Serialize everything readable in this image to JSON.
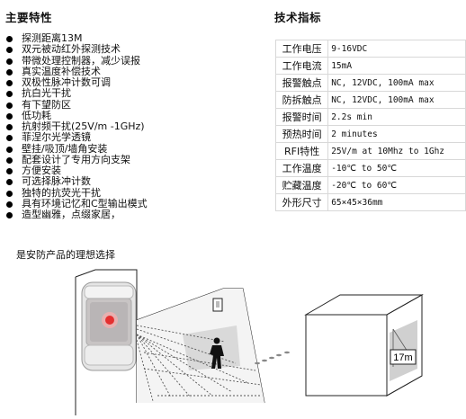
{
  "features": {
    "title": "主要特性",
    "items": [
      "探测距离13M",
      "双元被动红外探测技术",
      "带微处理控制器，减少误报",
      "真实温度补偿技术",
      "双极性脉冲计数可调",
      "抗白光干扰",
      "有下望防区",
      "低功耗",
      "抗射频干扰(25V/m -1GHz)",
      "菲涅尔光学透镜",
      "壁挂/吸顶/墙角安装",
      "配套设计了专用方向支架",
      "方便安装",
      "可选择脉冲计数",
      "独特的抗荧光干扰",
      "具有环境记忆和C型输出模式",
      "造型幽雅，点缀家居，"
    ],
    "continuation": "是安防产品的理想选择"
  },
  "specs": {
    "title": "技术指标",
    "rows": [
      {
        "k": "工作电压",
        "v": "9-16VDC"
      },
      {
        "k": "工作电流",
        "v": "15mA"
      },
      {
        "k": "报警触点",
        "v": "NC, 12VDC, 100mA max"
      },
      {
        "k": "防拆触点",
        "v": "NC, 12VDC, 100mA max"
      },
      {
        "k": "报警时间",
        "v": "2.2s min"
      },
      {
        "k": "预热时间",
        "v": "2 minutes"
      },
      {
        "k": "RFI特性",
        "v": "25V/m at 10Mhz to 1Ghz"
      },
      {
        "k": "工作温度",
        "v": "-10℃ to 50℃"
      },
      {
        "k": "贮藏温度",
        "v": "-20℃ to 60℃"
      },
      {
        "k": "外形尺寸",
        "v": "65×45×36mm"
      }
    ]
  },
  "diagram": {
    "range_label": "17m"
  }
}
